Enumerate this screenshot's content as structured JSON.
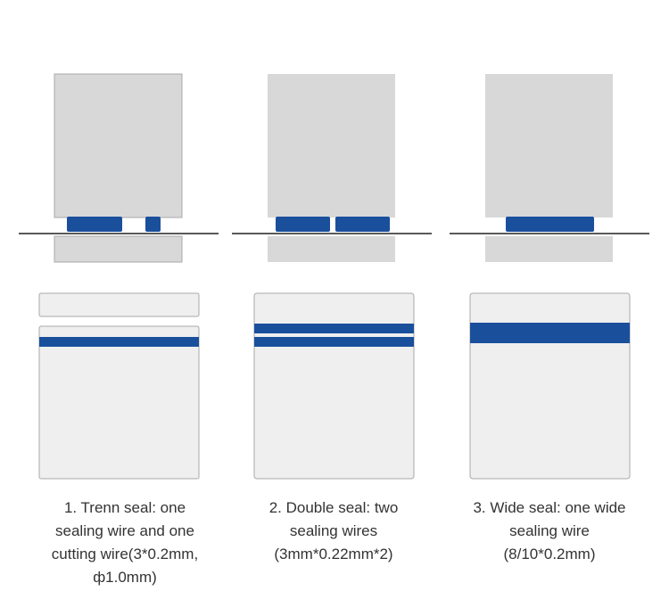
{
  "colors": {
    "wire_blue": "#1a4f9c",
    "block_gray": "#d8d8d8",
    "bag_gray": "#efefef",
    "outline_gray": "#a8a8a8",
    "line_black": "#222222"
  },
  "seals": [
    {
      "type": "trenn",
      "caption_lines": [
        "1. Trenn seal: one",
        "sealing wire and one",
        "cutting wire(3*0.2mm,",
        "ф1.0mm)"
      ]
    },
    {
      "type": "double",
      "caption_lines": [
        "2. Double seal: two",
        "sealing wires",
        "(3mm*0.22mm*2)"
      ]
    },
    {
      "type": "wide",
      "caption_lines": [
        "3. Wide seal: one wide",
        "sealing wire",
        "(8/10*0.2mm)"
      ]
    }
  ]
}
